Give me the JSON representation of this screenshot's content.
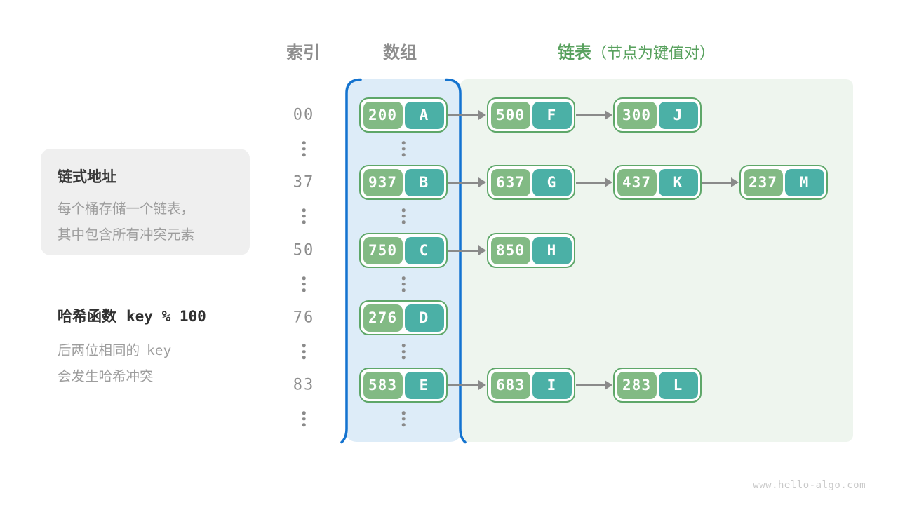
{
  "headers": {
    "index": "索引",
    "array": "数组",
    "list": "链表",
    "list_note": "（节点为键值对）"
  },
  "info_box": {
    "title": "链式地址",
    "line1": "每个桶存储一个链表，",
    "line2": "其中包含所有冲突元素"
  },
  "hash_note": {
    "heading": "哈希函数",
    "heading_code": "key % 100",
    "line1": "后两位相同的",
    "line1_code": "key",
    "line2": "会发生哈希冲突"
  },
  "hash_table": {
    "rows": [
      {
        "index": "00",
        "bucket": {
          "key": "200",
          "value": "A"
        },
        "chain": [
          {
            "key": "500",
            "value": "F"
          },
          {
            "key": "300",
            "value": "J"
          }
        ]
      },
      {
        "index": "37",
        "bucket": {
          "key": "937",
          "value": "B"
        },
        "chain": [
          {
            "key": "637",
            "value": "G"
          },
          {
            "key": "437",
            "value": "K"
          },
          {
            "key": "237",
            "value": "M"
          }
        ]
      },
      {
        "index": "50",
        "bucket": {
          "key": "750",
          "value": "C"
        },
        "chain": [
          {
            "key": "850",
            "value": "H"
          }
        ]
      },
      {
        "index": "76",
        "bucket": {
          "key": "276",
          "value": "D"
        },
        "chain": []
      },
      {
        "index": "83",
        "bucket": {
          "key": "583",
          "value": "E"
        },
        "chain": [
          {
            "key": "683",
            "value": "I"
          },
          {
            "key": "283",
            "value": "L"
          }
        ]
      }
    ]
  },
  "watermark": "www.hello-algo.com",
  "colors": {
    "key_pill": "#82ba84",
    "value_pill": "#4bb0a6",
    "node_border": "#5ea769",
    "array_fill": "#ddecf8",
    "array_border": "#1473cf",
    "list_fill": "#eef5ee",
    "header_gray": "#8e8e8e",
    "header_green": "#58a15e",
    "arrow_gray": "#8a8a8a"
  }
}
